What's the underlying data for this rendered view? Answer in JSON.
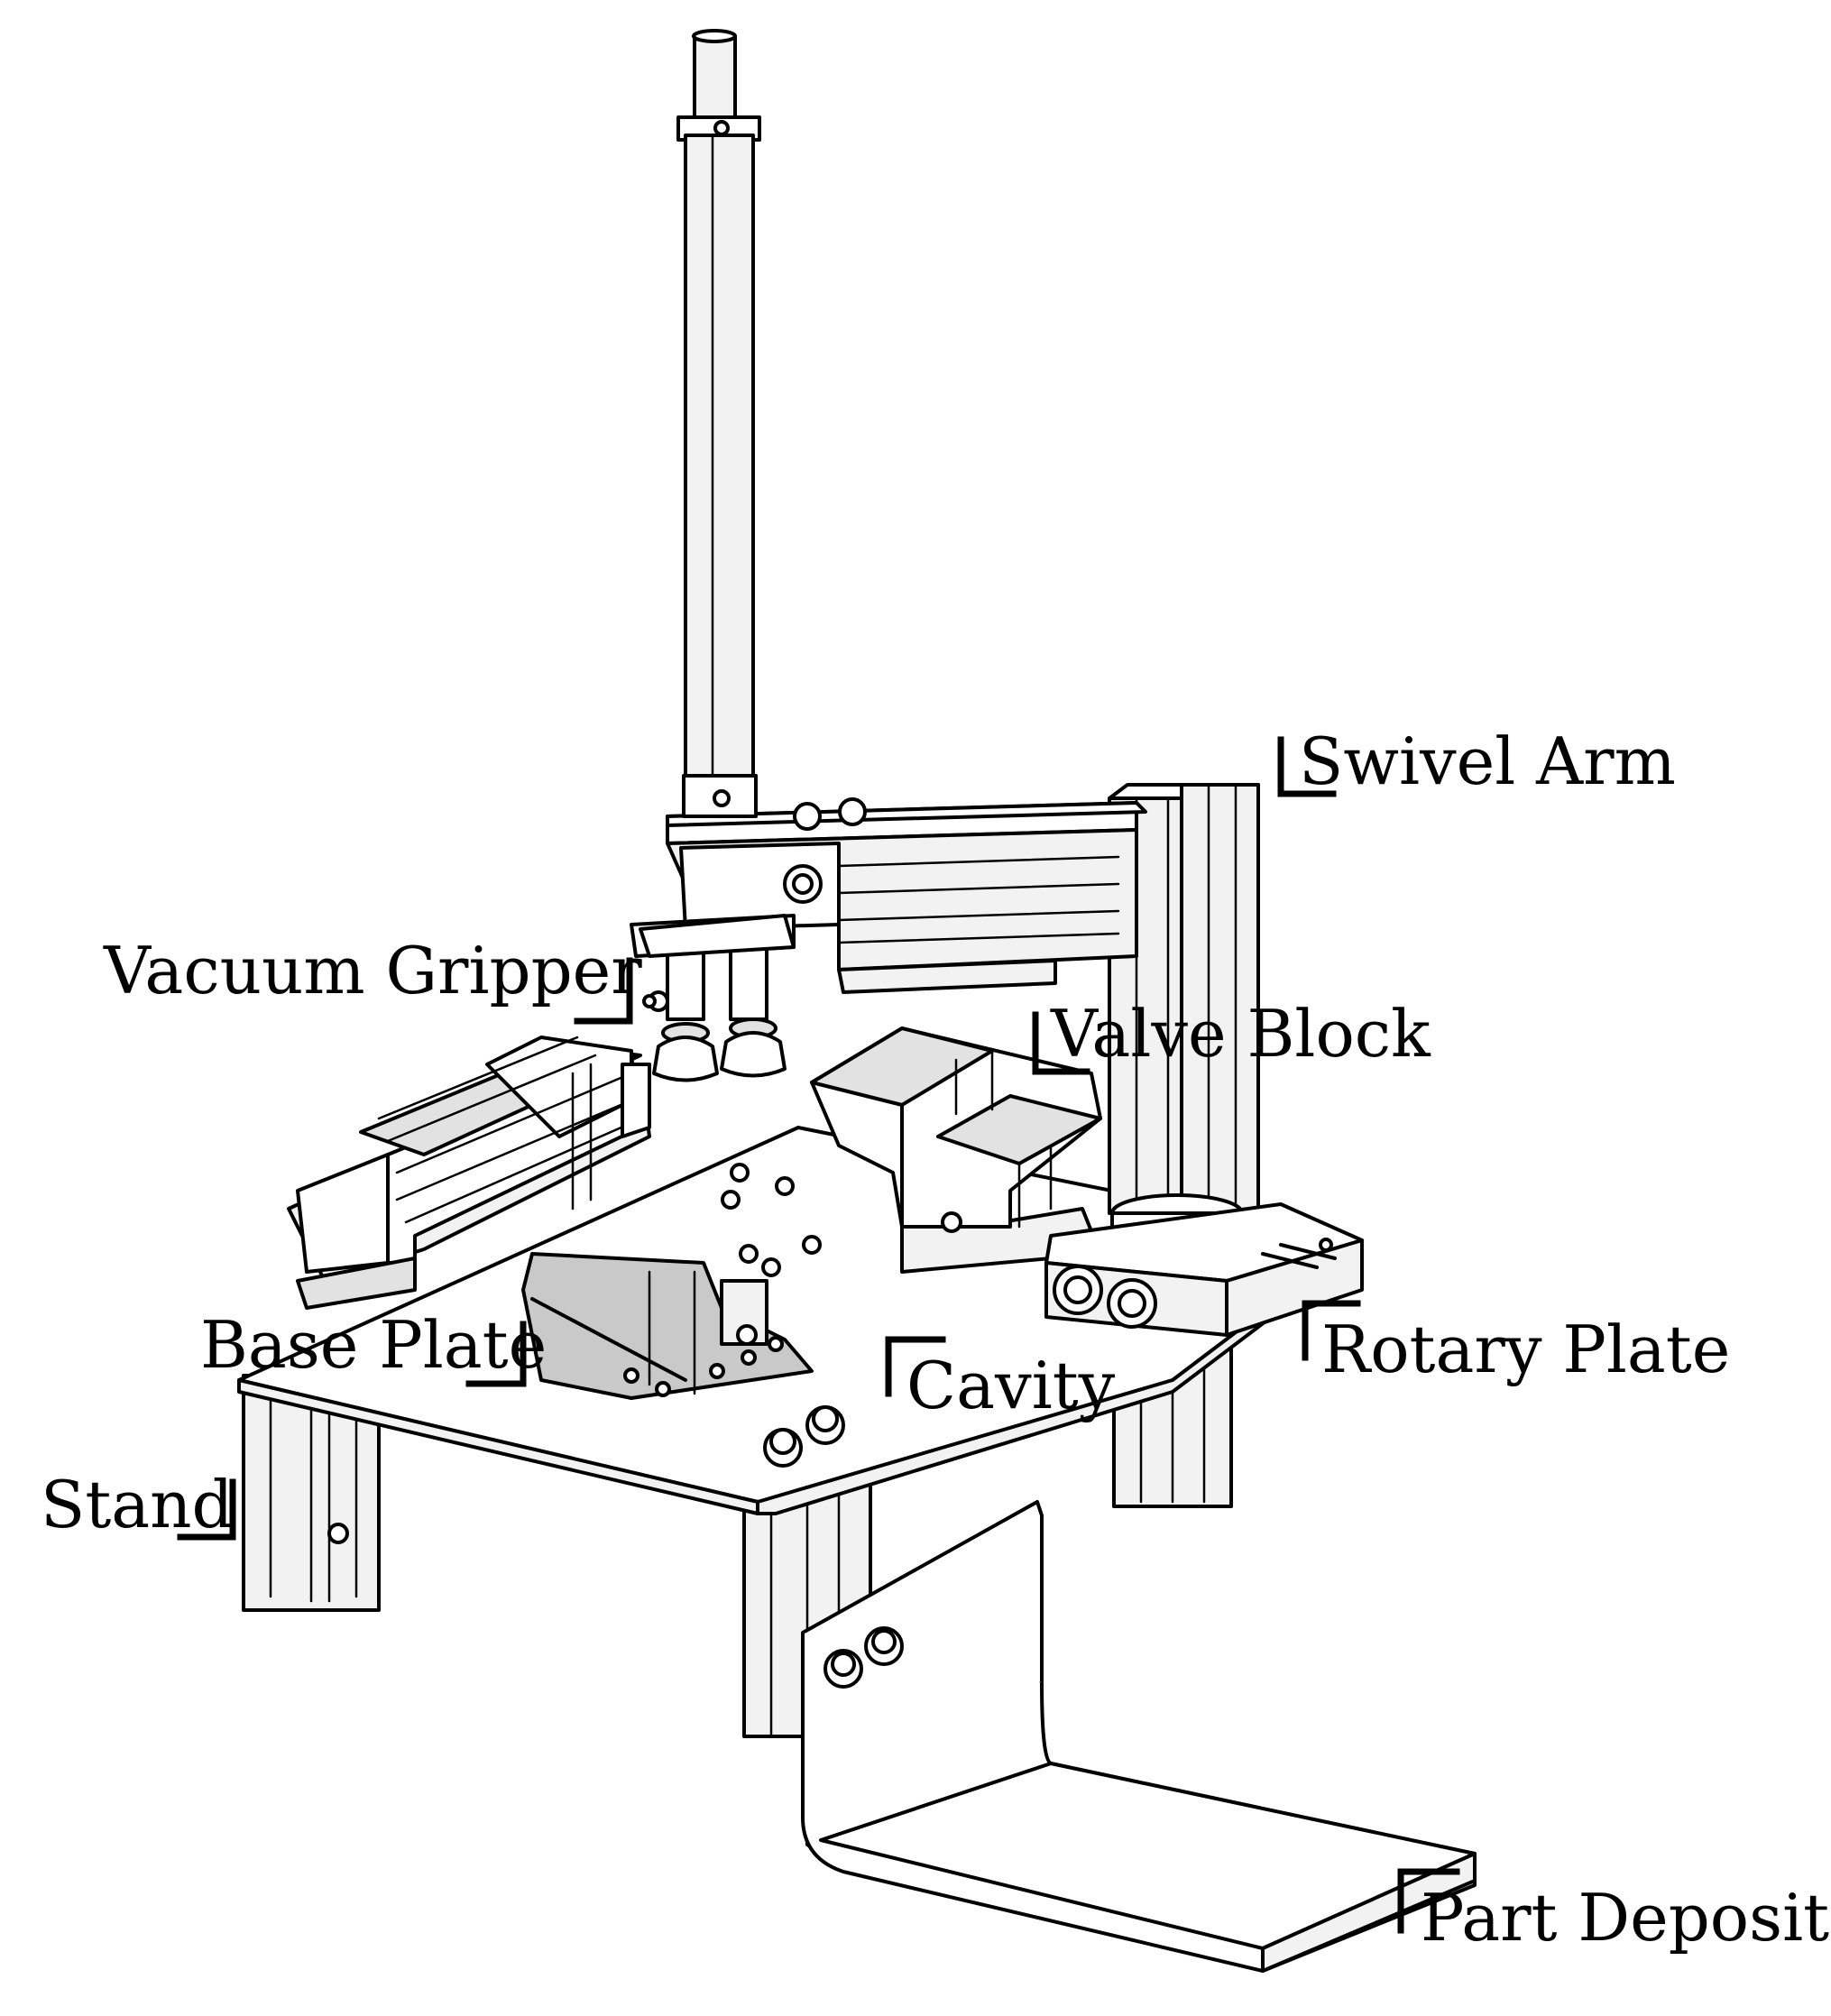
{
  "labels": {
    "swivel_arm": "Swivel Arm",
    "vacuum_gripper": "Vacuum Gripper",
    "valve_block": "Valve Block",
    "base_plate": "Base Plate",
    "cavity": "Cavity",
    "rotary_plate": "Rotary Plate",
    "stand": "Stand",
    "part_deposit": "Part Deposit"
  },
  "colors": {
    "line": "#000000",
    "background": "#ffffff"
  }
}
